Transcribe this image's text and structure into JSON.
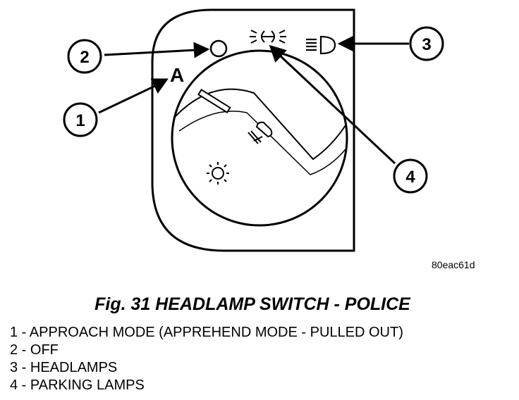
{
  "diagram": {
    "mode_letter": "A",
    "callouts": [
      {
        "number": "1"
      },
      {
        "number": "2"
      },
      {
        "number": "3"
      },
      {
        "number": "4"
      }
    ]
  },
  "figure_code": "80eac61d",
  "figure_title": "Fig. 31 HEADLAMP SWITCH - POLICE",
  "legend": [
    "1 - APPROACH MODE (APPREHEND MODE - PULLED OUT)",
    "2 - OFF",
    "3 - HEADLAMPS",
    "4 - PARKING LAMPS"
  ],
  "icons": [
    "off-position-icon",
    "parking-lamp-icon",
    "headlamp-icon",
    "fog-lamp-icon",
    "dome-lamp-icon"
  ]
}
